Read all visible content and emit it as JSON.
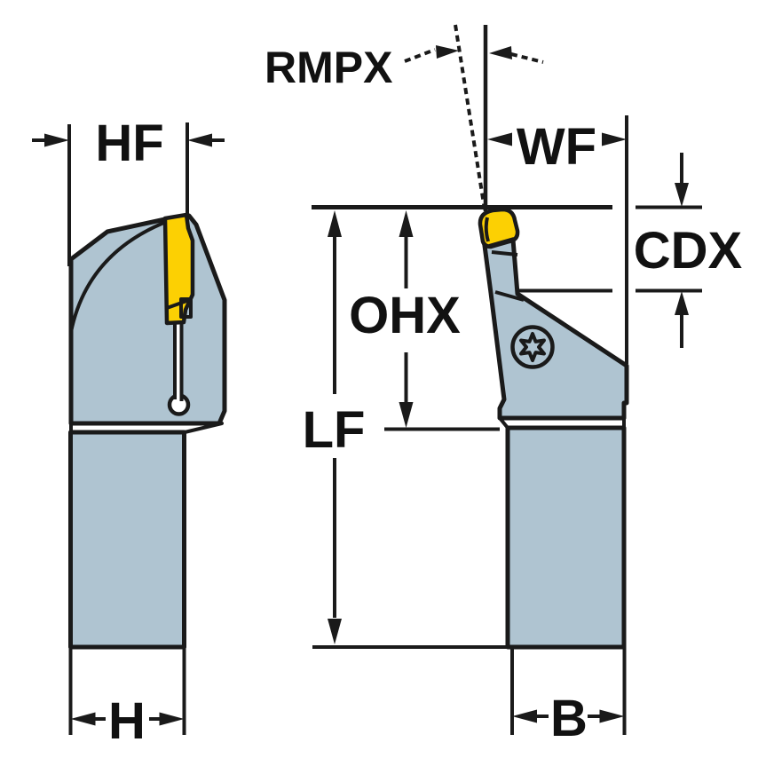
{
  "diagram": {
    "background": "#ffffff",
    "dimension_labels": {
      "rmpx": "RMPX",
      "hf": "HF",
      "wf": "WF",
      "cdx": "CDX",
      "ohx": "OHX",
      "lf": "LF",
      "h": "H",
      "b": "B"
    },
    "colors": {
      "outline": "#1a1a1a",
      "body_fill": "#afc4d1",
      "insert_fill": "#fcd003",
      "label_text": "#111111"
    }
  }
}
